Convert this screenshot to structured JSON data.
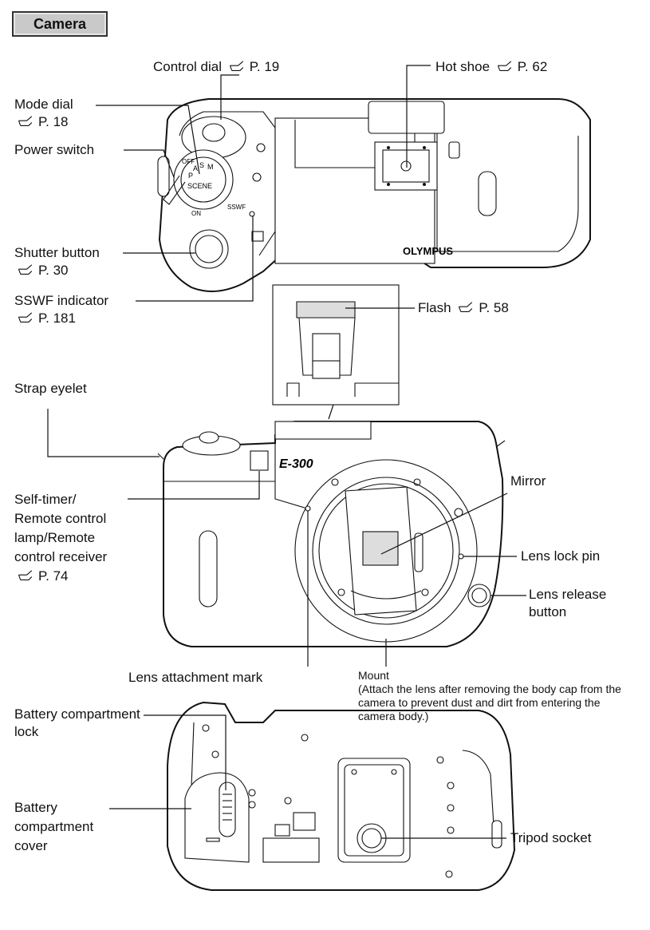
{
  "section": {
    "title": "Camera"
  },
  "icons": {
    "page_ref": "page-reference-icon"
  },
  "labels": {
    "control_dial": {
      "text": "Control dial",
      "ref": "P. 19"
    },
    "hot_shoe": {
      "text": "Hot shoe",
      "ref": "P. 62"
    },
    "mode_dial": {
      "text": "Mode dial",
      "ref": "P. 18"
    },
    "power_switch": {
      "text": "Power switch"
    },
    "shutter_button": {
      "text": "Shutter button",
      "ref": "P. 30"
    },
    "sswf_indicator": {
      "text": "SSWF indicator",
      "ref": "P. 181"
    },
    "flash": {
      "text": "Flash",
      "ref": "P. 58"
    },
    "strap_eyelet": {
      "text": "Strap eyelet"
    },
    "mirror": {
      "text": "Mirror"
    },
    "self_timer": {
      "line1": "Self-timer/",
      "line2": "Remote control",
      "line3": "lamp/Remote",
      "line4": "control receiver",
      "ref": "P. 74"
    },
    "lens_lock_pin": {
      "text": "Lens lock pin"
    },
    "lens_release": {
      "line1": "Lens release",
      "line2": "button"
    },
    "lens_attachment_mark": {
      "text": "Lens attachment mark"
    },
    "mount": {
      "text": "Mount",
      "note": "(Attach the lens after removing the body cap from the camera to prevent dust and dirt from entering the camera body.)"
    },
    "battery_lock": {
      "line1": "Battery compartment",
      "line2": "lock"
    },
    "battery_cover": {
      "line1": "Battery",
      "line2": "compartment",
      "line3": "cover"
    },
    "tripod_socket": {
      "text": "Tripod socket"
    }
  },
  "camera_markings": {
    "brand": "OLYMPUS",
    "model": "E-300",
    "dial_scene": "SCENE",
    "dial_m": "M",
    "dial_s": "S",
    "dial_a": "A",
    "dial_p": "P",
    "switch_off": "OFF",
    "switch_on": "ON",
    "sswf": "SSWF"
  }
}
